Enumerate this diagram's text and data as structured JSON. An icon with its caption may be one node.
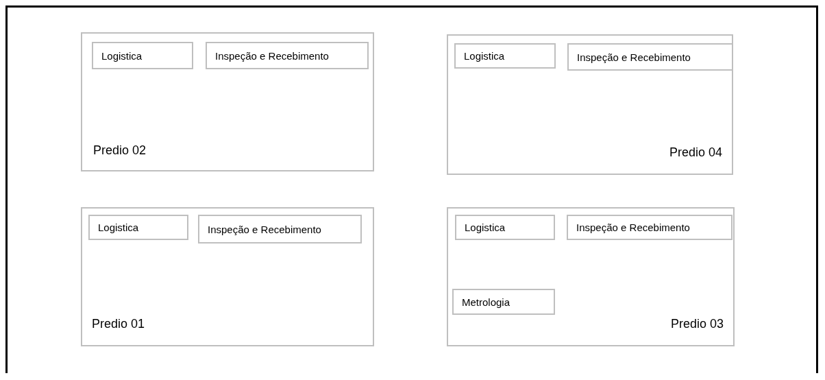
{
  "diagram": {
    "nodes": [
      {
        "text": [
          "Predio 02"
        ]
      },
      {
        "text": [
          "Logistica"
        ],
        "in": 0
      },
      {
        "text": [
          "Inspeção e Recebimento"
        ],
        "in": 0
      },
      {
        "text": [
          "Predio 04"
        ]
      },
      {
        "text": [
          "Logistica"
        ],
        "in": 3
      },
      {
        "text": [
          "Inspeção e Recebimento"
        ],
        "in": 3
      },
      {
        "text": [
          "Predio 01"
        ]
      },
      {
        "text": [
          "Logistica"
        ],
        "in": 6
      },
      {
        "text": [
          "Inspeção e Recebimento"
        ],
        "in": 6
      },
      {
        "text": [
          "Predio 03"
        ]
      },
      {
        "text": [
          "Logistica"
        ],
        "in": 9
      },
      {
        "text": [
          "Inspeção e Recebimento"
        ],
        "in": 9
      },
      {
        "text": [
          "Metrologia"
        ],
        "in": 9
      }
    ],
    "edges": []
  }
}
